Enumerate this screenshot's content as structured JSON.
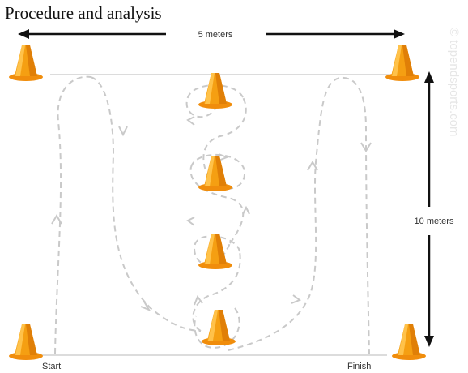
{
  "heading": "Procedure and analysis",
  "labels": {
    "width": "5 meters",
    "length": "10 meters",
    "start": "Start",
    "finish": "Finish"
  },
  "watermark": "© topendsports.com",
  "colors": {
    "cone_body": "#f59f12",
    "cone_shade": "#e07f07",
    "cone_light": "#ffc24a",
    "cone_base": "#f08d0c",
    "path_dashed": "#c9c9c9",
    "arrow_line": "#111111"
  },
  "icons": [
    "traffic-cone-icon",
    "double-arrow-icon"
  ]
}
